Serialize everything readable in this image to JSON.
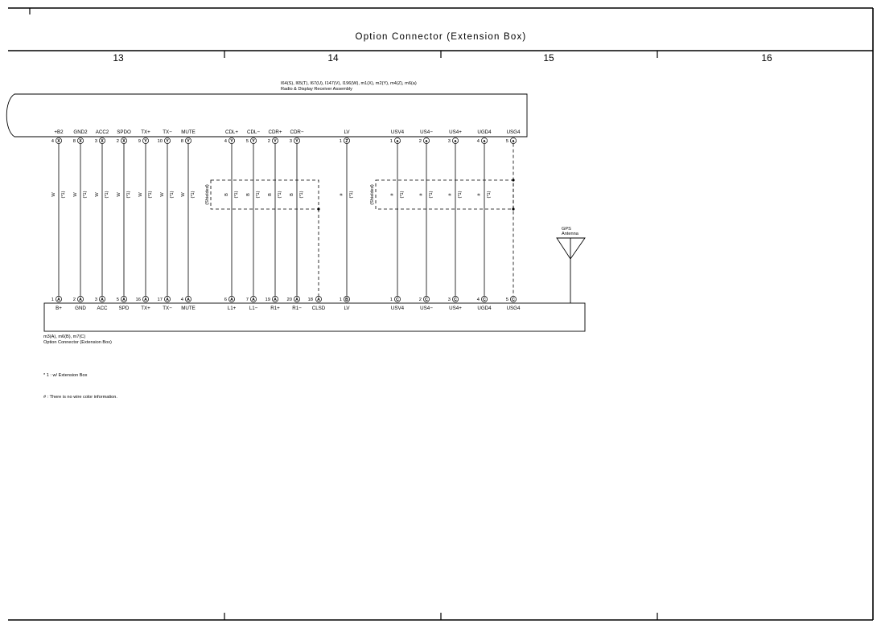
{
  "title": "Option Connector (Extension Box)",
  "columns": [
    "13",
    "14",
    "15",
    "16"
  ],
  "top_component": {
    "connectors": "I64(S), I65(T), I67(U), I147(V), I196(W), m1(X), m2(Y), m4(Z), m6(a)",
    "name": "Radio & Display Receiver Assembly"
  },
  "bottom_component": {
    "connectors": "m3(A), m6(B), m7(C)",
    "name": "Option Connector (Extension Box)"
  },
  "gps": {
    "label1": "GPS",
    "label2": "Antenna"
  },
  "shielded_label": "(Shielded)",
  "footnotes": [
    "* 1 : w/ Extension Box",
    "# : There is no wire color information."
  ],
  "wires": [
    {
      "top_label": "+B2",
      "top_pin": "4",
      "top_conn": "X",
      "bot_pin": "1",
      "bot_conn": "A",
      "bot_label": "B+",
      "color": "W",
      "note": "(*1)"
    },
    {
      "top_label": "GND2",
      "top_pin": "8",
      "top_conn": "X",
      "bot_pin": "2",
      "bot_conn": "A",
      "bot_label": "GND",
      "color": "W",
      "note": "(*1)"
    },
    {
      "top_label": "ACC2",
      "top_pin": "3",
      "top_conn": "X",
      "bot_pin": "3",
      "bot_conn": "A",
      "bot_label": "ACC",
      "color": "W",
      "note": "(*1)"
    },
    {
      "top_label": "SPDO",
      "top_pin": "2",
      "top_conn": "X",
      "bot_pin": "5",
      "bot_conn": "A",
      "bot_label": "SPD",
      "color": "W",
      "note": "(*1)"
    },
    {
      "top_label": "TX+",
      "top_pin": "9",
      "top_conn": "Y",
      "bot_pin": "16",
      "bot_conn": "A",
      "bot_label": "TX+",
      "color": "W",
      "note": "(*1)"
    },
    {
      "top_label": "TX−",
      "top_pin": "10",
      "top_conn": "Y",
      "bot_pin": "17",
      "bot_conn": "A",
      "bot_label": "TX−",
      "color": "W",
      "note": "(*1)"
    },
    {
      "top_label": "MUTE",
      "top_pin": "8",
      "top_conn": "Y",
      "bot_pin": "4",
      "bot_conn": "A",
      "bot_label": "MUTE",
      "color": "W",
      "note": "(*1)"
    },
    {
      "top_label": "CDL+",
      "top_pin": "4",
      "top_conn": "Y",
      "bot_pin": "6",
      "bot_conn": "A",
      "bot_label": "L1+",
      "color": "B",
      "note": "(*1)"
    },
    {
      "top_label": "CDL−",
      "top_pin": "5",
      "top_conn": "Y",
      "bot_pin": "7",
      "bot_conn": "A",
      "bot_label": "L1−",
      "color": "B",
      "note": "(*1)"
    },
    {
      "top_label": "CDR+",
      "top_pin": "2",
      "top_conn": "Y",
      "bot_pin": "19",
      "bot_conn": "A",
      "bot_label": "R1+",
      "color": "B",
      "note": "(*1)"
    },
    {
      "top_label": "CDR−",
      "top_pin": "3",
      "top_conn": "Y",
      "bot_pin": "20",
      "bot_conn": "A",
      "bot_label": "R1−",
      "color": "B",
      "note": "(*1)"
    },
    {
      "top_label": "LV",
      "top_pin": "1",
      "top_conn": "Z",
      "bot_pin": "1",
      "bot_conn": "B",
      "bot_label": "LV",
      "color": "#",
      "note": "(*1)"
    },
    {
      "top_label": "USV4",
      "top_pin": "1",
      "top_conn": "a",
      "bot_pin": "1",
      "bot_conn": "C",
      "bot_label": "USV4",
      "color": "#",
      "note": "(*1)"
    },
    {
      "top_label": "US4−",
      "top_pin": "2",
      "top_conn": "a",
      "bot_pin": "2",
      "bot_conn": "C",
      "bot_label": "US4−",
      "color": "#",
      "note": "(*1)"
    },
    {
      "top_label": "US4+",
      "top_pin": "3",
      "top_conn": "a",
      "bot_pin": "3",
      "bot_conn": "C",
      "bot_label": "US4+",
      "color": "#",
      "note": "(*1)"
    },
    {
      "top_label": "UGD4",
      "top_pin": "4",
      "top_conn": "a",
      "bot_pin": "4",
      "bot_conn": "C",
      "bot_label": "UGD4",
      "color": "#",
      "note": "(*1)"
    },
    {
      "top_label": "USG4",
      "top_pin": "5",
      "top_conn": "a",
      "bot_pin": "5",
      "bot_conn": "C",
      "bot_label": "USG4",
      "color": "",
      "note": ""
    }
  ],
  "clsd": {
    "bot_pin": "18",
    "bot_conn": "A",
    "bot_label": "CLSD"
  }
}
